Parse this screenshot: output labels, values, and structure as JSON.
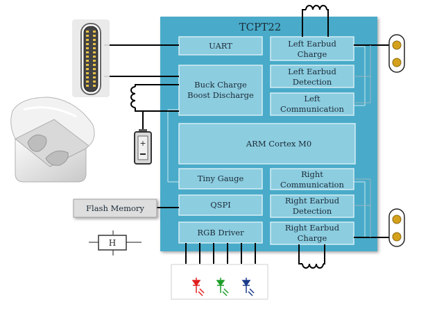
{
  "chip": {
    "title": "TCPT22",
    "blocks": {
      "uart": "UART",
      "buck_line1": "Buck Charge",
      "buck_line2": "Boost Discharge",
      "arm": "ARM Cortex M0",
      "tiny_gauge": "Tiny Gauge",
      "qspi": "QSPI",
      "rgb_driver": "RGB Driver",
      "left_charge_line1": "Left Earbud",
      "left_charge_line2": "Charge",
      "left_detect_line1": "Left Earbud",
      "left_detect_line2": "Detection",
      "left_comm_line1": "Left",
      "left_comm_line2": "Communication",
      "right_comm_line1": "Right",
      "right_comm_line2": "Communication",
      "right_detect_line1": "Right Earbud",
      "right_detect_line2": "Detection",
      "right_charge_line1": "Right Earbud",
      "right_charge_line2": "Charge"
    }
  },
  "external": {
    "flash_memory": "Flash Memory",
    "h_symbol": "H"
  },
  "colors": {
    "chip_fill": "#49abc9",
    "block_fill": "#8ccde0",
    "block_border": "#d6eef5",
    "wire": "#000000",
    "contact_gold": "#d4a11c",
    "led_red": "#e02020",
    "led_green": "#1e9e2a",
    "led_blue": "#1a3a8a"
  }
}
